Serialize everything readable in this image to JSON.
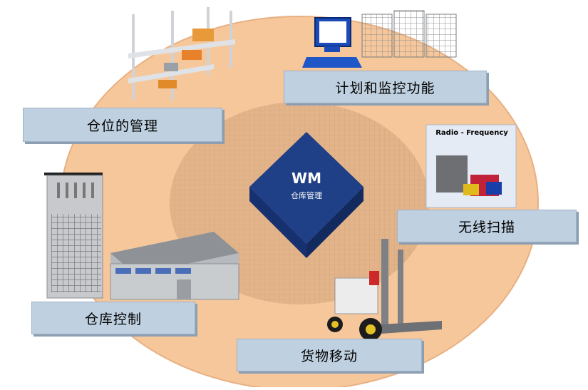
{
  "center": {
    "title": "WM",
    "subtitle": "仓库管理"
  },
  "labels": {
    "planning": "计划和监控功能",
    "bins": "仓位的管理",
    "rf": "无线扫描",
    "warehouse_control": "仓库控制",
    "goods_movement": "货物移动"
  },
  "rf_panel": {
    "caption": "Radio - Frequency"
  },
  "colors": {
    "outer_ring": "#f6c79b",
    "inner_ring": "#e3b48a",
    "diamond_top": "#1f3f86",
    "diamond_side": "#122a5e",
    "label_fill": "#bfd0e0"
  }
}
